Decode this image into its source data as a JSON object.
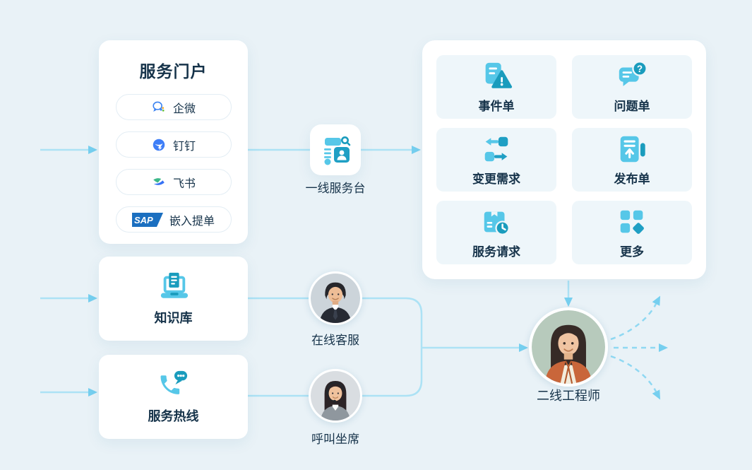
{
  "colors": {
    "bg": "#e9f2f7",
    "ink": "#16334a",
    "teal": "#1a9cbd",
    "lb": "#56c7e8",
    "line": "#ace2f5",
    "dash": "#8fd8f2",
    "head": "#76cfef",
    "tile": "#eef6fa"
  },
  "portal": {
    "title": "服务门户",
    "items": [
      {
        "label": "企微",
        "icon": "wecom-icon"
      },
      {
        "label": "钉钉",
        "icon": "dingtalk-icon"
      },
      {
        "label": "飞书",
        "icon": "feishu-icon"
      },
      {
        "label": "嵌入提单",
        "icon": "sap-logo",
        "logo_text": "SAP"
      }
    ]
  },
  "frontdesk": {
    "label": "一线服务台"
  },
  "knowledge": {
    "label": "知识库"
  },
  "hotline": {
    "label": "服务热线"
  },
  "tickets": {
    "tiles": [
      {
        "label": "事件单",
        "icon": "incident-ticket-icon"
      },
      {
        "label": "问题单",
        "icon": "problem-ticket-icon"
      },
      {
        "label": "变更需求",
        "icon": "change-request-icon"
      },
      {
        "label": "发布单",
        "icon": "release-ticket-icon"
      },
      {
        "label": "服务请求",
        "icon": "service-request-icon"
      },
      {
        "label": "更多",
        "icon": "more-icon"
      }
    ]
  },
  "agents": {
    "online": {
      "label": "在线客服"
    },
    "call": {
      "label": "呼叫坐席"
    },
    "engineer": {
      "label": "二线工程师"
    }
  }
}
